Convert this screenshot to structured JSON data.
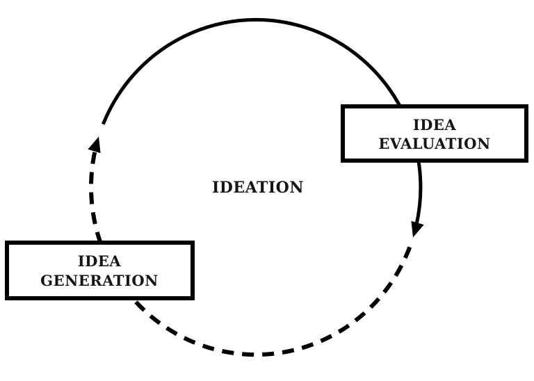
{
  "diagram": {
    "type": "cycle",
    "center_label": "IDEATION",
    "nodes": {
      "evaluation": {
        "id": "idea-evaluation",
        "line1": "IDEA",
        "line2": "EVALUATION"
      },
      "generation": {
        "id": "idea-generation",
        "line1": "IDEA",
        "line2": "GENERATION"
      }
    },
    "edges": [
      {
        "id": "top-arc",
        "style": "solid",
        "from": "upper-left-arrow-gap",
        "to": "idea-evaluation",
        "direction": "clockwise"
      },
      {
        "id": "right-arc",
        "style": "solid",
        "from": "idea-evaluation",
        "to": "right-side",
        "arrowhead": "points-down",
        "direction": "clockwise"
      },
      {
        "id": "bottom-arc",
        "style": "dashed",
        "from": "right-side",
        "to": "idea-generation",
        "direction": "clockwise"
      },
      {
        "id": "left-arc",
        "style": "dashed",
        "from": "idea-generation",
        "to": "upper-left",
        "arrowhead": "points-up",
        "direction": "clockwise"
      }
    ],
    "colors": {
      "line": "#000000",
      "box_border": "#000000",
      "box_fill": "#ffffff",
      "text": "#151515",
      "background": "#ffffff"
    }
  }
}
